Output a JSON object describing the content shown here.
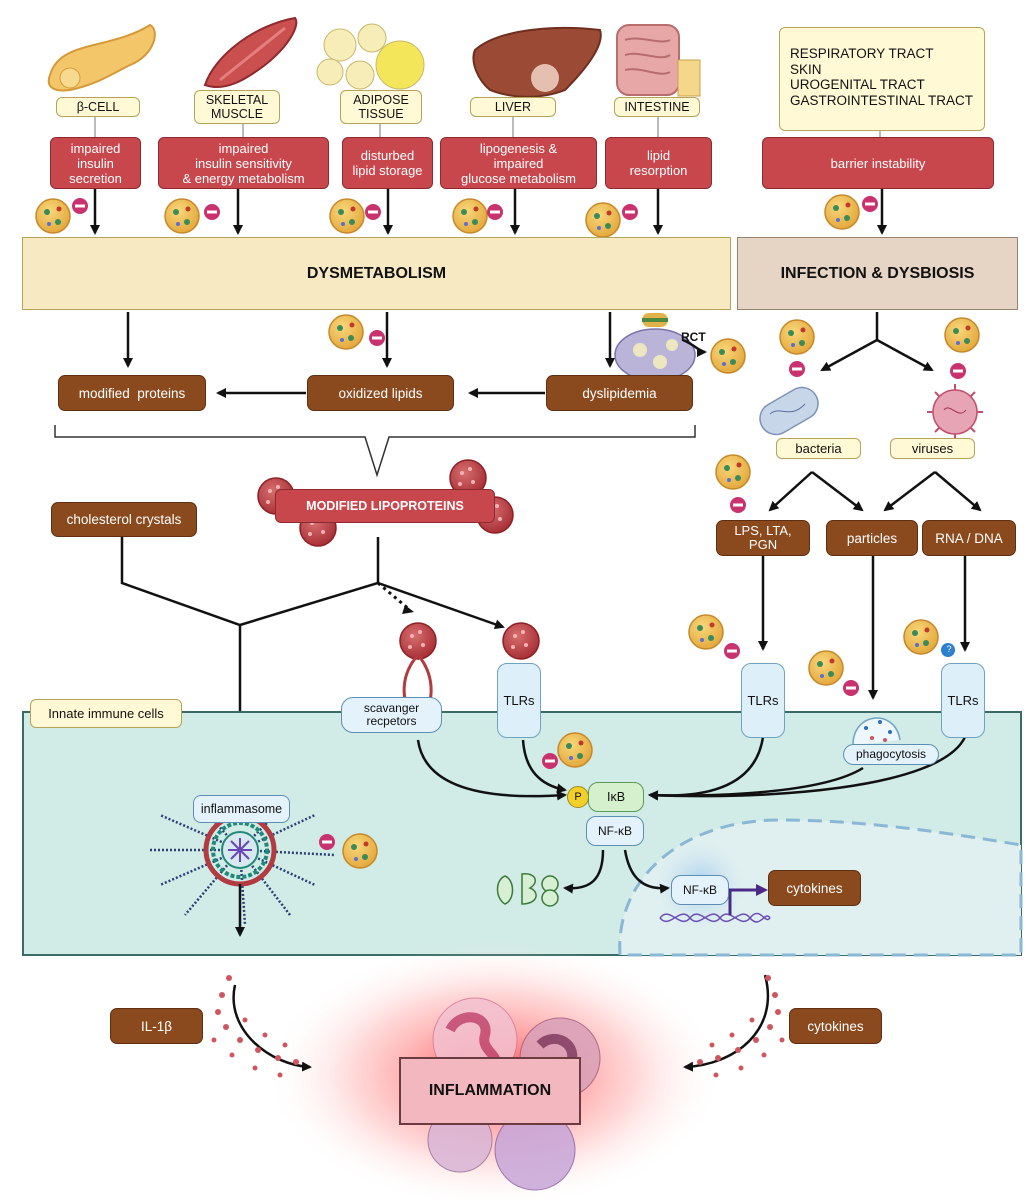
{
  "organs": [
    {
      "label": "β-CELL",
      "effect": "impaired\ninsulin\nsecretion"
    },
    {
      "label": "SKELETAL\nMUSCLE",
      "effect": "impaired\ninsulin sensitivity\n& energy metabolism"
    },
    {
      "label": "ADIPOSE\nTISSUE",
      "effect": "disturbed\nlipid storage"
    },
    {
      "label": "LIVER",
      "effect": "lipogenesis &\nimpaired\nglucose metabolism"
    },
    {
      "label": "INTESTINE",
      "effect": "lipid\nresorption"
    }
  ],
  "barrier_sites": [
    "RESPIRATORY TRACT",
    "SKIN",
    "UROGENITAL TRACT",
    "GASTROINTESTINAL TRACT"
  ],
  "barrier_effect": "barrier instability",
  "dysmetabolism": "DYSMETABOLISM",
  "infection": "INFECTION & DYSBIOSIS",
  "metabolic_row": {
    "modified_proteins": "modified  proteins",
    "oxidized_lipids": "oxidized lipids",
    "dyslipidemia": "dyslipidemia",
    "rct": "RCT"
  },
  "modified_lipoproteins": "MODIFIED LIPOPROTEINS",
  "cholesterol_crystals": "cholesterol crystals",
  "pathogens": {
    "bacteria": "bacteria",
    "viruses": "viruses",
    "lps": "LPS, LTA,\nPGN",
    "particles": "particles",
    "rna_dna": "RNA / DNA"
  },
  "receptors": {
    "tlr": "TLRs",
    "scavenger": "scavanger\nrecpetors",
    "phagocytosis": "phagocytosis"
  },
  "cell": {
    "title": "Innate immune cells",
    "inflammasome": "inflammasome",
    "p": "P",
    "ikb": "IκB",
    "nfkb": "NF-κB",
    "nfkb_nucleus": "NF-κB",
    "cytokines": "cytokines"
  },
  "bottom": {
    "il1b": "IL-1β",
    "cytokines": "cytokines",
    "inflammation": "INFLAMMATION",
    "question": "?"
  }
}
